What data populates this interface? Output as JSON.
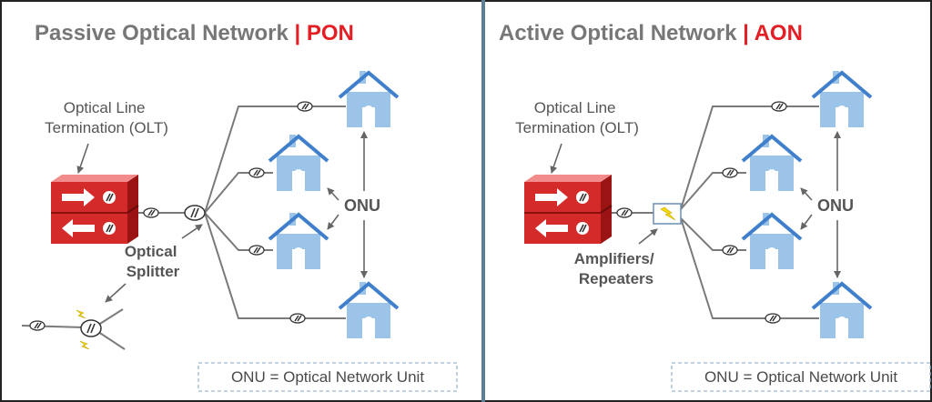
{
  "colors": {
    "title_gray": "#777777",
    "accent_red": "#e31e24",
    "divider": "#5a7f96",
    "house_fill": "#9cc3e8",
    "house_roof": "#3f7fcc",
    "line_gray": "#7a7a7a",
    "olt_red": "#d42a2a",
    "legend_border": "#9db8d2"
  },
  "pon": {
    "title_main": "Passive Optical Network",
    "title_sep": "|",
    "title_abbr": "PON",
    "olt_label_line1": "Optical Line",
    "olt_label_line2": "Termination (OLT)",
    "splitter_label_line1": "Optical",
    "splitter_label_line2": "Splitter",
    "onu_label": "ONU",
    "legend": "ONU = Optical Network Unit"
  },
  "aon": {
    "title_main": "Active Optical Network",
    "title_sep": "|",
    "title_abbr": "AON",
    "olt_label_line1": "Optical Line",
    "olt_label_line2": "Termination (OLT)",
    "amp_label_line1": "Amplifiers/",
    "amp_label_line2": "Repeaters",
    "onu_label": "ONU",
    "legend": "ONU = Optical Network Unit"
  },
  "icons": {
    "house": "house-icon",
    "olt": "olt-device-icon",
    "connector": "fiber-connector-icon",
    "splitter": "optical-splitter-icon",
    "amplifier": "amplifier-icon",
    "spark": "lightning-spark-icon"
  }
}
